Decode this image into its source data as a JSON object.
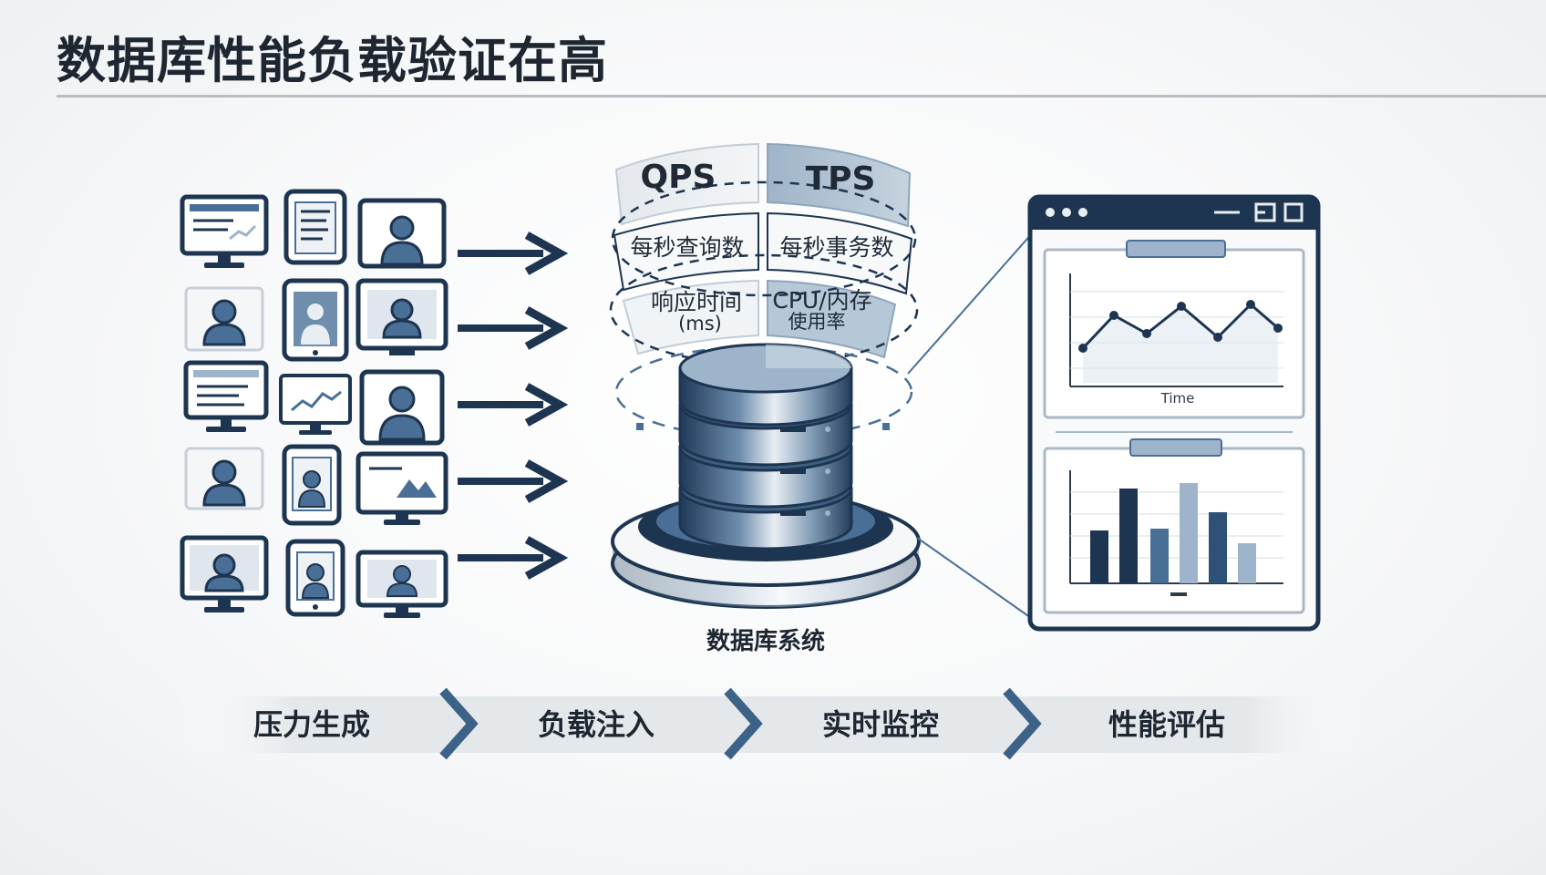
{
  "title": "数据库性能负载验证在高 ",
  "metrics": {
    "qps": {
      "label": "QPS",
      "desc": "每秒查询数"
    },
    "tps": {
      "label": "TPS",
      "desc": "每秒事务数"
    },
    "response_time": {
      "label": "响应时间",
      "unit": "(ms)"
    },
    "resource": {
      "label": "CPU/内存",
      "unit": "使用率"
    }
  },
  "database_label": "数据库系统",
  "monitor": {
    "line_chart": {
      "xlabel": "Time"
    }
  },
  "flow_steps": [
    "压力生成",
    "负载注入",
    "实时监控",
    "性能评估"
  ],
  "icons": {
    "clients": [
      "monitor-icon",
      "tablet-icon",
      "user-icon",
      "user-icon",
      "tablet-icon",
      "monitor-icon",
      "monitor-icon",
      "monitor-icon",
      "user-icon",
      "user-icon",
      "tablet-icon",
      "monitor-icon",
      "monitor-icon",
      "tablet-icon",
      "monitor-icon"
    ],
    "arrow": "arrow-right-icon",
    "database": "database-server-icon"
  },
  "colors": {
    "navy": "#1d3550",
    "steel_blue": "#4a6f96",
    "light_blue": "#9db4ca",
    "text_dark": "#1d2631"
  }
}
